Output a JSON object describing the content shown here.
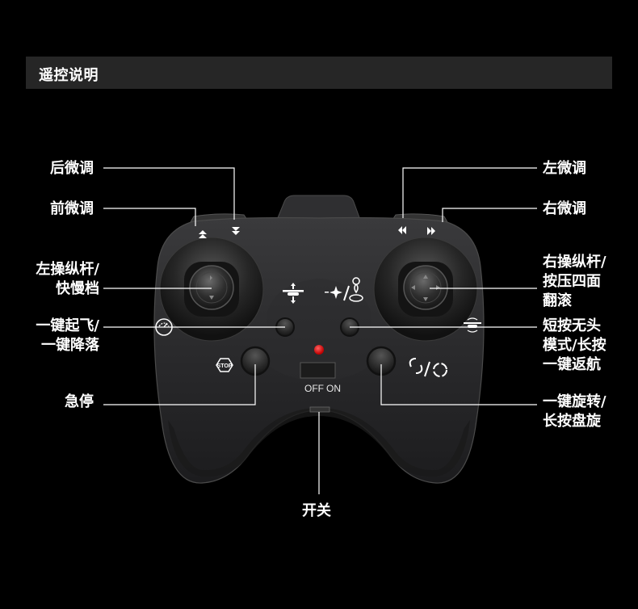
{
  "header": {
    "title": "遥控说明"
  },
  "labels": {
    "rear_trim": "后微调",
    "front_trim": "前微调",
    "left_trim": "左微调",
    "right_trim": "右微调",
    "left_stick_line1": "左操纵杆/",
    "left_stick_line2": "快慢档",
    "right_stick_line1": "右操纵杆/",
    "right_stick_line2": "按压四面",
    "right_stick_line3": "翻滚",
    "takeoff_line1": "一键起飞/",
    "takeoff_line2": "一键降落",
    "headless_line1": "短按无头",
    "headless_line2": "模式/长按",
    "headless_line3": "一键返航",
    "emergency_stop": "急停",
    "rotate_line1": "一键旋转/",
    "rotate_line2": "长按盘旋",
    "power_switch": "开关"
  },
  "controller": {
    "switch_off": "OFF",
    "switch_on": "ON",
    "stop_icon_text": "STOP",
    "led_color": "#e01010",
    "body_color": "#2a2a2c",
    "icons": [
      "trim-up-icon",
      "trim-down-icon",
      "trim-left-icon",
      "trim-right-icon",
      "speed-gauge-icon",
      "takeoff-landing-icon",
      "compass-calibrate-return-icon",
      "headless-mode-icon",
      "stop-icon",
      "rotate-circle-icon"
    ]
  }
}
